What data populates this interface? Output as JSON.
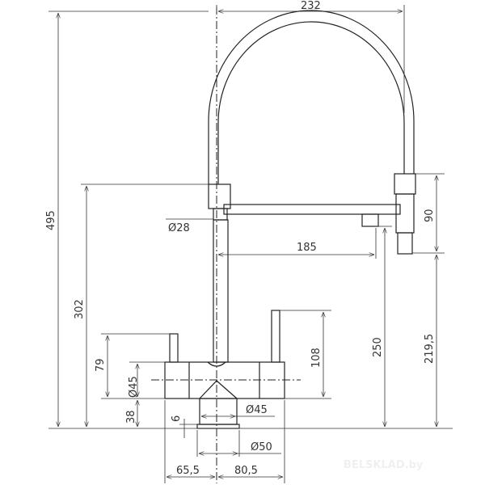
{
  "title": "Faucet dimension drawing",
  "dimensions": {
    "width_top": "232",
    "height_total": "495",
    "height_spout_joint": "302",
    "head_length": "90",
    "diameter_column": "Ø28",
    "spout_reach": "185",
    "spout_height": "250",
    "head_height": "219,5",
    "handle_height": "79",
    "right_handle_height": "108",
    "diameter_body": "Ø45",
    "diameter_neck": "Ø45",
    "neck_height": "38",
    "base_plate": "6",
    "diameter_base": "Ø50",
    "left_offset": "65,5",
    "right_offset": "80,5"
  },
  "watermark": "BELSKLAD.by"
}
